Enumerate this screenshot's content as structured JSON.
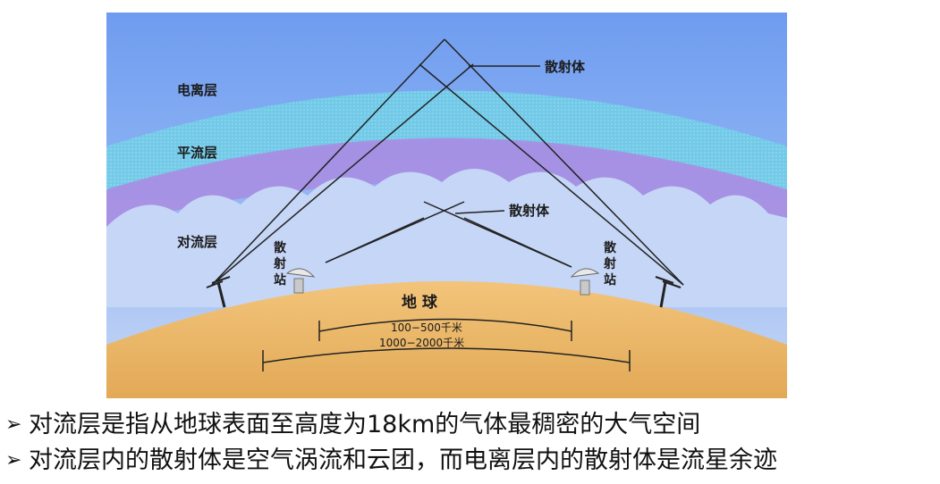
{
  "diagram": {
    "layers": {
      "ionosphere": "电离层",
      "stratosphere": "平流层",
      "troposphere": "对流层"
    },
    "scatterers": {
      "upper": "散射体",
      "lower": "散射体"
    },
    "stations": {
      "left": "散\n射\n站",
      "right": "散\n射\n站"
    },
    "earth_label": "地    球",
    "distances": {
      "short": "100−500千米",
      "long": "1000−2000千米"
    },
    "colors": {
      "sky_top": "#7fa6f0",
      "sky_bottom": "#bcd0f4",
      "stratosphere_band": "#5fc9e6",
      "troposphere_band": "#a98ce0",
      "earth": "#e9b86a"
    }
  },
  "bullets": [
    {
      "marker": "➢",
      "text": "对流层是指从地球表面至高度为18km的气体最稠密的大气空间"
    },
    {
      "marker": "➢",
      "text": "对流层内的散射体是空气涡流和云团，而电离层内的散射体是流星余迹"
    }
  ]
}
